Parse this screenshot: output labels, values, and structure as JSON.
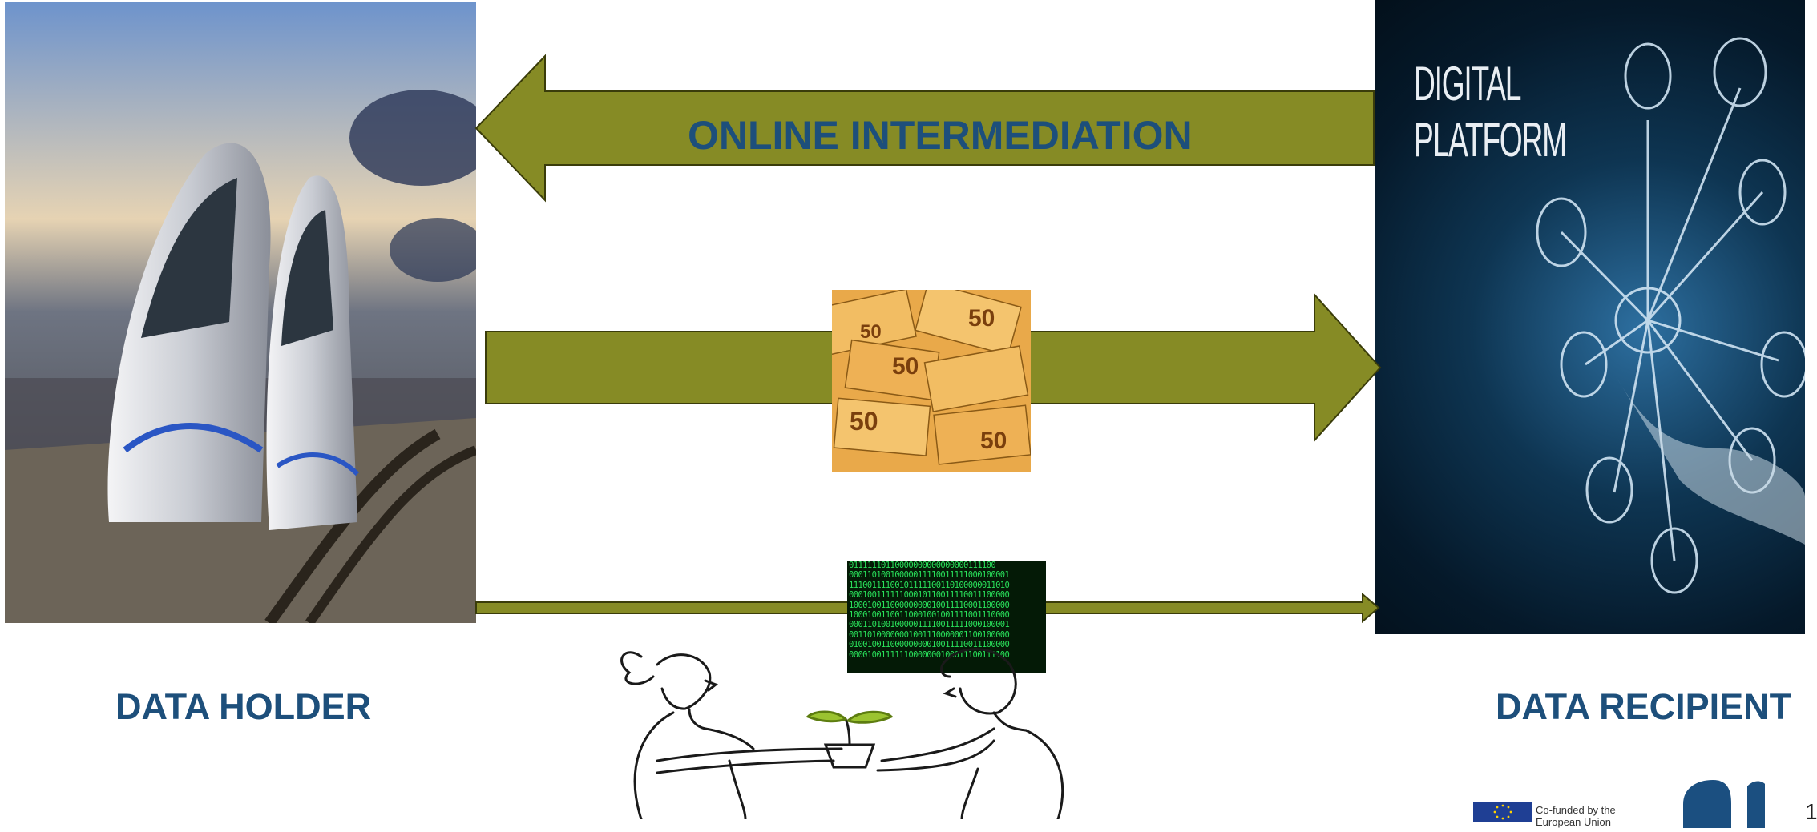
{
  "diagram": {
    "arrow_top_label": "ONLINE INTERMEDIATION",
    "left_caption": "DATA HOLDER",
    "right_caption": "DATA RECIPIENT",
    "platform_image_text": [
      "DIGITAL",
      "PLATFORM"
    ],
    "arrow_color": "#868b25",
    "arrow_outline": "#3a3c0a",
    "caption_color": "#1d4f7b"
  },
  "binary_code": [
    "01111110110000000000000000111100",
    "00011010010000011110011111000100001",
    "11100111100101111100110100000011010",
    "00010011111100010110011110011100000",
    "10001001100000000010011110001100000",
    "10001001100110001001001111001110000",
    "00011010010000011110011111000100001",
    "00110100000001001110000001100100000",
    "01001001100000000010011110011100000",
    "00001001111110000000100011100111100"
  ],
  "footer": {
    "eu_text_line1": "Co-funded by the",
    "eu_text_line2": "European Union",
    "page_number": "1"
  },
  "icons": [
    "train-photo",
    "digital-platform-photo",
    "euro-banknotes-photo",
    "binary-code-image",
    "people-handshake-sketch",
    "eu-flag-icon",
    "partner-logo"
  ]
}
